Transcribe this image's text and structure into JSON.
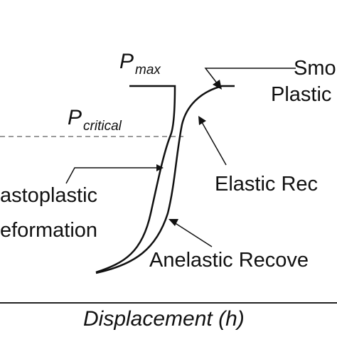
{
  "labels": {
    "p_max_symbol": "P",
    "p_max_subscript": "max",
    "p_critical_symbol": "P",
    "p_critical_subscript": "critical",
    "smooth_line1": "Smo",
    "smooth_line2": "Plastic",
    "elastoplastic_line1": "astoplastic",
    "elastoplastic_line2": "eformation",
    "elastic_recovery": "Elastic Rec",
    "anelastic_recovery": "Anelastic Recove",
    "x_axis_label": "Displacement (h)"
  },
  "colors": {
    "curve": "#111111",
    "dashed_line": "#7a7a7a",
    "axis": "#222222",
    "text": "#111111"
  }
}
